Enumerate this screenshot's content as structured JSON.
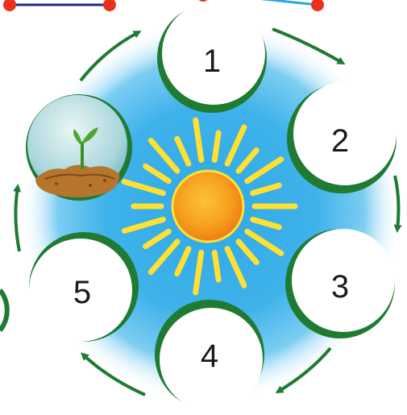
{
  "diagram": {
    "stages": [
      {
        "label": "1"
      },
      {
        "label": "2"
      },
      {
        "label": "3"
      },
      {
        "label": "4"
      },
      {
        "label": "5"
      }
    ],
    "seedling_stage": "seedling-sprout-icon",
    "center_icon": "sun-icon",
    "colors": {
      "sky_glow": "#5cc3ef",
      "ring_green": "#1f7a32",
      "arrow_green": "#1f7a32",
      "sun_core": "#f59a1e",
      "sun_rays": "#ffe033",
      "soil": "#b5752c",
      "dot_red": "#e8321e",
      "line_navy": "#1c2a8c",
      "line_cyan": "#27a7e0"
    }
  }
}
